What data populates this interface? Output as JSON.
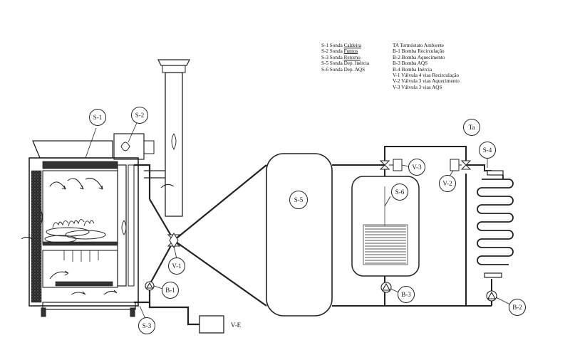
{
  "legend": {
    "sensors": [
      {
        "code": "S-1",
        "name": "Sonda",
        "detail": "Caldeira"
      },
      {
        "code": "S-2",
        "name": "Sonda",
        "detail": "Fumos"
      },
      {
        "code": "S-3",
        "name": "Sonda",
        "detail": "Retorno"
      },
      {
        "code": "S-5",
        "name": "Sonda",
        "detail": "Dep. Inércia"
      },
      {
        "code": "S-6",
        "name": "Sonda",
        "detail": "Dep. AQS"
      }
    ],
    "devices": [
      "TA Termóstato Ambiente",
      "B-1 Bomba Recirculação",
      "B-2 Bomba Aquecimento",
      "B-3 Bomba AQS",
      "B-4 Bomba Inércia",
      "V-1 Válvula 4 vias Recirculação",
      "V-2 Válvula 3 vias Aquecimento",
      "V-3 Válvula 3 vias AQS"
    ]
  },
  "labels": {
    "s1": "S-1",
    "s2": "S-2",
    "s3": "S-3",
    "s4": "S-4",
    "s5": "S-5",
    "s6": "S-6",
    "v1": "V-1",
    "v2": "V-2",
    "v3": "V-3",
    "ve": "V-E",
    "b1": "B-1",
    "b2": "B-2",
    "b3": "B-3",
    "ta": "Ta"
  }
}
